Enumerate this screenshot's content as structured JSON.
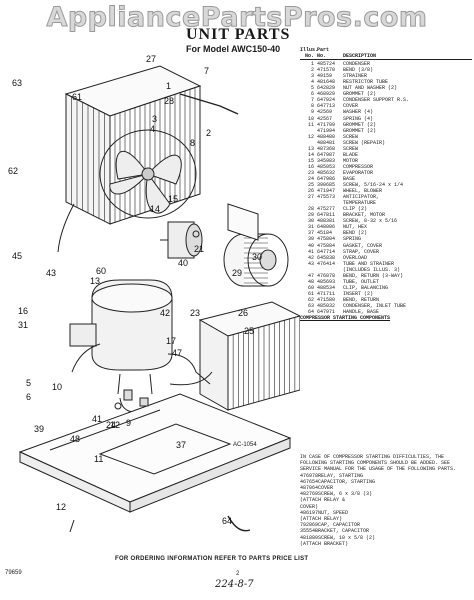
{
  "watermark": "AppliancePartsPros.com",
  "title": "UNIT PARTS",
  "model_line": "For Model AWC150-40",
  "parts_header": {
    "illus": "Illus.",
    "part": "Part",
    "no": "No.",
    "no2": "No.",
    "description": "DESCRIPTION"
  },
  "parts": [
    [
      "1",
      "485724",
      "CONDENSER"
    ],
    [
      "2",
      "471570",
      "BEND (3/8)"
    ],
    [
      "3",
      "49159",
      "STRAINER"
    ],
    [
      "4",
      "481648",
      "RESTRICTOR TUBE"
    ],
    [
      "5",
      "642829",
      "NUT AND WASHER (2)"
    ],
    [
      "6",
      "468929",
      "GROMMET (2)"
    ],
    [
      "7",
      "647924",
      "CONDENSER SUPPORT R.S."
    ],
    [
      "8",
      "647713",
      "COVER"
    ],
    [
      "9",
      "42569",
      "WASHER (4)"
    ],
    [
      "10",
      "42567",
      "SPRING (4)"
    ],
    [
      "11",
      "471709",
      "GROMMET (2)"
    ],
    [
      "",
      "471994",
      "GROMMET (2)"
    ],
    [
      "12",
      "488480",
      "SCREW"
    ],
    [
      "",
      "488481",
      "SCREW (REPAIR)"
    ],
    [
      "13",
      "487368",
      "SCREW"
    ],
    [
      "14",
      "647987",
      "BLADE"
    ],
    [
      "15",
      "345983",
      "MOTOR"
    ],
    [
      "16",
      "485053",
      "COMPRESSOR"
    ],
    [
      "23",
      "485632",
      "EVAPORATOR"
    ],
    [
      "24",
      "647986",
      "BASE"
    ],
    [
      "25",
      "390685",
      "SCREW, 5/16-24 x 1/4"
    ],
    [
      "26",
      "471947",
      "WHEEL, BLOWER"
    ],
    [
      "27",
      "475573",
      "ANTICIPATOR,"
    ],
    [
      "",
      "",
      "TEMPERATURE"
    ],
    [
      "28",
      "475277",
      "CLIP (2)"
    ],
    [
      "29",
      "647811",
      "BRACKET, MOTOR"
    ],
    [
      "30",
      "488381",
      "SCREW, 8-32 x 5/16"
    ],
    [
      "31",
      "648006",
      "NUT, HEX"
    ],
    [
      "37",
      "45184",
      "BEND (2)"
    ],
    [
      "39",
      "475804",
      "SPRING"
    ],
    [
      "40",
      "475884",
      "GASKET, COVER"
    ],
    [
      "41",
      "647714",
      "STRAP, COVER"
    ],
    [
      "42",
      "645838",
      "OVERLOAD"
    ],
    [
      "43",
      "476414",
      "TUBE AND STRAINER"
    ],
    [
      "",
      "",
      "(INCLUDES ILLUS. 3)"
    ],
    [
      "47",
      "476078",
      "BEND, RETURN (3-WAY)"
    ],
    [
      "48",
      "485693",
      "TUBE, OUTLET"
    ],
    [
      "60",
      "488534",
      "CLIP, BALANCING"
    ],
    [
      "61",
      "471711",
      "INSERT (2)"
    ],
    [
      "62",
      "471580",
      "BEND, RETURN"
    ],
    [
      "63",
      "485032",
      "CONDENSER, INLET TUBE"
    ],
    [
      "64",
      "647971",
      "HANDLE, BASE"
    ]
  ],
  "starting_header": "COMPRESSOR STARTING COMPONENTS",
  "starting_note": "IN CASE OF COMPRESSOR STARTING DIFFICULTIES, THE FOLLOWING STARTING COMPONENTS SHOULD BE ADDED. SEE SERVICE MANUAL FOR THE USAGE OF THE FOLLOWING PARTS.",
  "starting_parts": [
    [
      "476978",
      "RELAY, STARTING"
    ],
    [
      "467654",
      "CAPACITOR, STARTING"
    ],
    [
      "487064",
      "COVER"
    ],
    [
      "482769",
      "SCREW, 6 x 3/8 (3)"
    ],
    [
      "",
      "(ATTACH RELAY &"
    ],
    [
      "",
      "COVER)"
    ],
    [
      "486197",
      "NUT, SPEED"
    ],
    [
      "",
      "(ATTACH RELAY)"
    ],
    [
      "792869",
      "CAP, CAPACITOR"
    ],
    [
      "35554",
      "BRACKET, CAPACITOR"
    ],
    [
      "481880",
      "SCREW, 10 x 5/8 (2)"
    ],
    [
      "",
      "(ATTACH BRACKET)"
    ]
  ],
  "callouts": [
    "63",
    "1",
    "2",
    "62",
    "15",
    "14",
    "45",
    "60",
    "16",
    "21",
    "30",
    "29",
    "26",
    "25",
    "40",
    "42",
    "23",
    "47",
    "41",
    "48",
    "24",
    "39",
    "11",
    "12",
    "37",
    "5",
    "6",
    "9",
    "10",
    "17",
    "12",
    "64",
    "31",
    "13",
    "3",
    "4",
    "43",
    "7",
    "61",
    "27",
    "28",
    "8"
  ],
  "drawing_number": "AC-1054",
  "footer": "FOR ORDERING INFORMATION REFER TO PARTS PRICE LIST",
  "page_number": "2",
  "doc_code": "79659",
  "handwritten": "224-8-7"
}
